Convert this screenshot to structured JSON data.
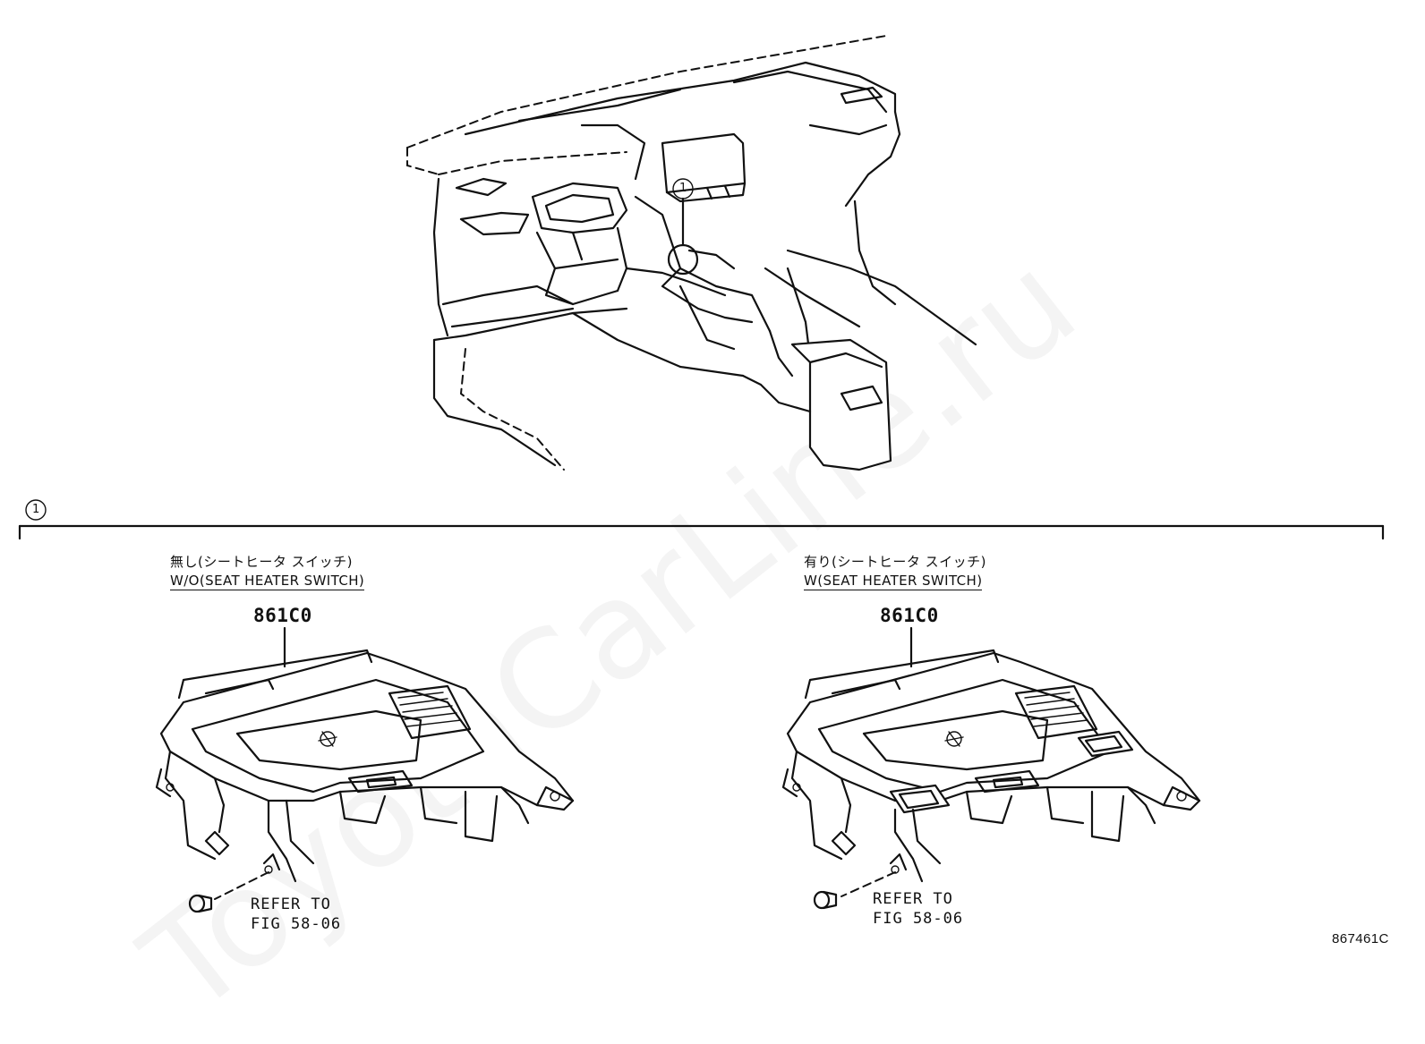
{
  "watermark": "ToyotaCarLine.ru",
  "callout_number": "1",
  "variants": [
    {
      "label_jp": "無し(シートヒータ スイッチ)",
      "label_en": "W/O(SEAT HEATER SWITCH)",
      "part_number": "861C0",
      "refer_line1": "REFER TO",
      "refer_line2": "FIG 58-06"
    },
    {
      "label_jp": "有り(シートヒータ スイッチ)",
      "label_en": "W(SEAT HEATER SWITCH)",
      "part_number": "861C0",
      "refer_line1": "REFER TO",
      "refer_line2": "FIG 58-06"
    }
  ],
  "figure_code": "867461C",
  "icons": [
    "wireless-charger-icon"
  ],
  "colors": {
    "line": "#111111",
    "background": "#ffffff"
  }
}
